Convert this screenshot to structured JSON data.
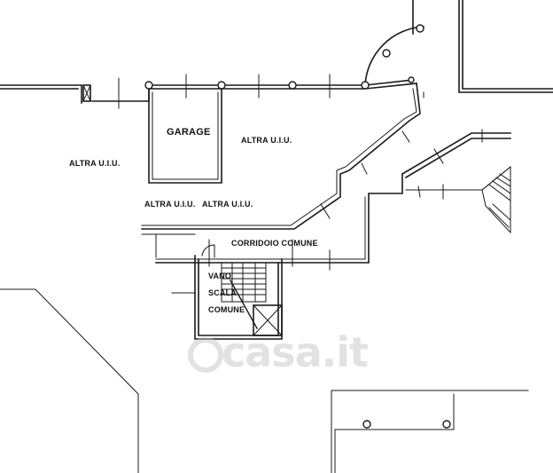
{
  "labels": {
    "garage": "GARAGE",
    "altra_top": "ALTRA U.I.U.",
    "altra_left": "ALTRA U.I.U.",
    "altra_mid1": "ALTRA U.I.U.",
    "altra_mid2": "ALTRA U.I.U.",
    "corridoio": "CORRIDOIO COMUNE",
    "vano": "VANO",
    "scala": "SCALA",
    "comune": "COMUNE"
  },
  "watermark": "casa.it",
  "colors": {
    "line": "#1a1a1a",
    "watermark": "#bebebe"
  }
}
